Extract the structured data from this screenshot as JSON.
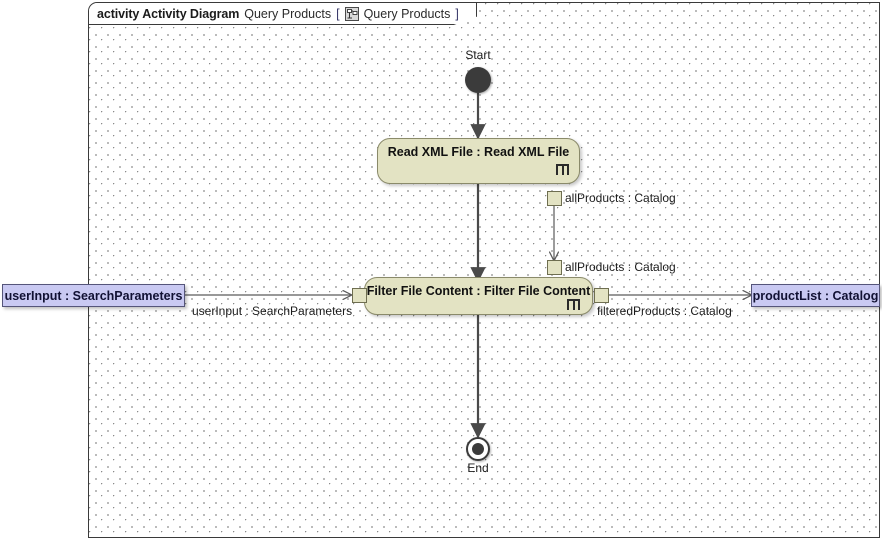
{
  "frame": {
    "keyword": "activity Activity Diagram",
    "name": "Query Products",
    "bracket_open": "[",
    "icon": "activity-diagram-icon",
    "ref_name": "Query Products",
    "bracket_close": "]"
  },
  "nodes": {
    "start": {
      "caption": "Start",
      "type": "initial-node"
    },
    "read_xml": {
      "label": "Read XML File : Read XML File",
      "type": "call-behavior-action",
      "icon": "rake-icon",
      "fill": "#e3e3c3",
      "border": "#8a8a6a"
    },
    "filter": {
      "label": "Filter File Content : Filter File Content",
      "type": "call-behavior-action",
      "icon": "rake-icon",
      "fill": "#e3e3c3",
      "border": "#8a8a6a"
    },
    "end": {
      "caption": "End",
      "type": "activity-final-node"
    },
    "user_input": {
      "label": "userInput : SearchParameters",
      "type": "object-node",
      "fill": "#c9c9f2",
      "border": "#55557a"
    },
    "product_list": {
      "label": "productList : Catalog",
      "type": "object-node",
      "fill": "#c9c9f2",
      "border": "#55557a"
    }
  },
  "pins": {
    "read_xml_out": "allProducts : Catalog",
    "filter_in_all": "allProducts : Catalog",
    "filter_in_user": "userInput : SearchParameters",
    "filter_out": "filteredProducts : Catalog"
  },
  "colors": {
    "action_fill": "#e3e3c3",
    "object_fill": "#c9c9f2",
    "frame_border": "#3a3a3a",
    "edge": "#4a4a4a",
    "grid_dot": "#9a9a9a"
  }
}
